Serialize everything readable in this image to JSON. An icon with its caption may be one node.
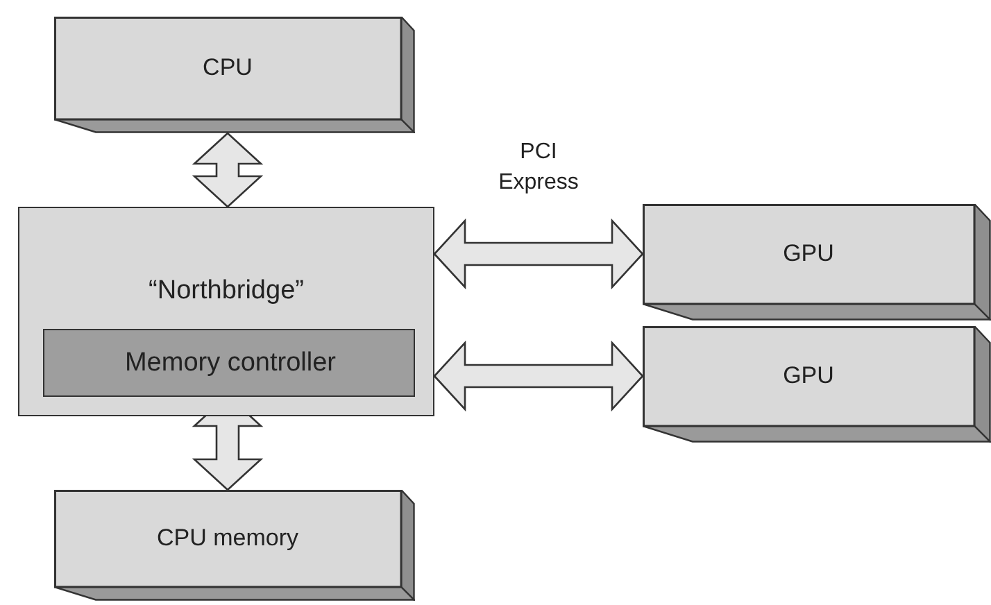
{
  "diagram": {
    "nodes": [
      {
        "text": [
          "CPU"
        ]
      },
      {
        "text": [
          "“Northbridge”"
        ]
      },
      {
        "text": [
          "Memory controller"
        ],
        "in": 1
      },
      {
        "text": [
          "CPU memory"
        ]
      },
      {
        "text": [
          "GPU"
        ]
      },
      {
        "text": [
          "GPU"
        ]
      }
    ],
    "edges": [
      {
        "from": 0,
        "to": 1,
        "arrow": "both"
      },
      {
        "from": 2,
        "to": 3,
        "arrow": "both"
      },
      {
        "from": 1,
        "to": 4,
        "arrow": "both",
        "label": "PCI Express"
      },
      {
        "from": 1,
        "to": 5,
        "arrow": "both"
      }
    ]
  }
}
